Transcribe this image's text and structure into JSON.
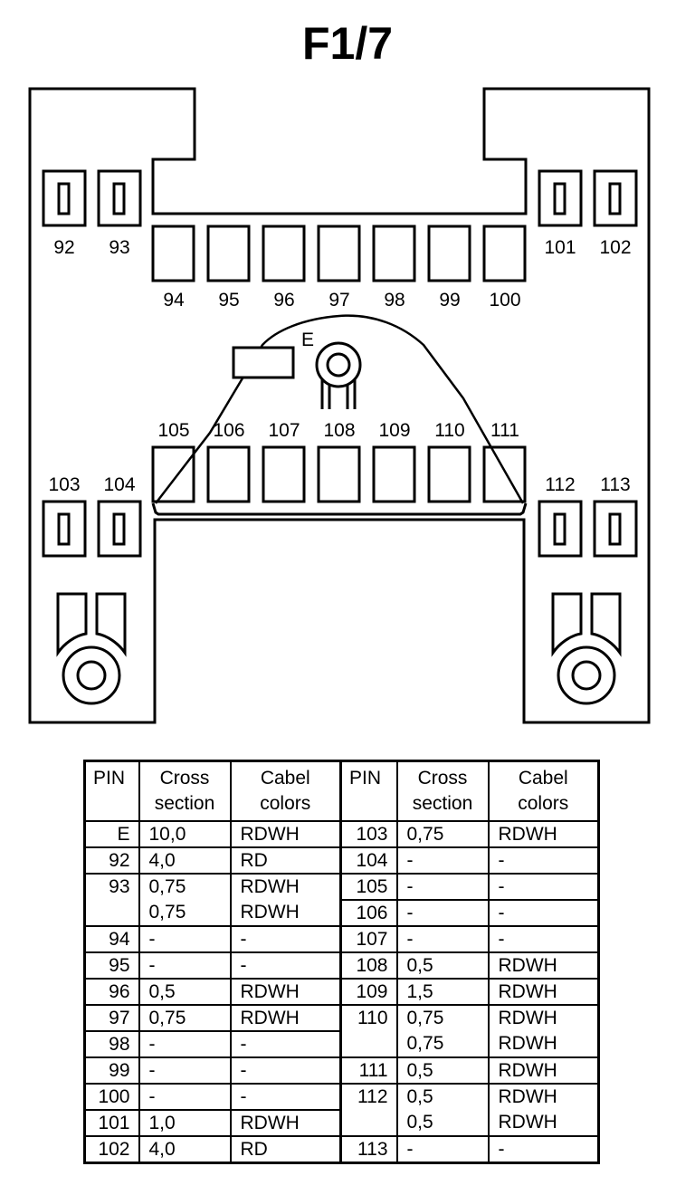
{
  "title": "F1/7",
  "diagram": {
    "top_left_pins": [
      "92",
      "93"
    ],
    "top_right_pins": [
      "101",
      "102"
    ],
    "top_row_pins": [
      "94",
      "95",
      "96",
      "97",
      "98",
      "99",
      "100"
    ],
    "middle_row_pins": [
      "105",
      "106",
      "107",
      "108",
      "109",
      "110",
      "111"
    ],
    "bottom_left_pins": [
      "103",
      "104"
    ],
    "bottom_right_pins": [
      "112",
      "113"
    ],
    "earth_label": "E"
  },
  "table": {
    "headers": {
      "pin": "PIN",
      "cross_line1": "Cross",
      "cross_line2": "section",
      "color_line1": "Cabel",
      "color_line2": "colors"
    },
    "rows": [
      [
        "E",
        "10,0",
        "RDWH",
        "103",
        "0,75",
        "RDWH"
      ],
      [
        "92",
        "4,0",
        "RD",
        "104",
        "-",
        "-"
      ],
      [
        "93",
        "0,75",
        "RDWH",
        "105",
        "-",
        "-"
      ],
      [
        "",
        "0,75",
        "RDWH",
        "106",
        "-",
        "-"
      ],
      [
        "94",
        "-",
        "-",
        "107",
        "-",
        "-"
      ],
      [
        "95",
        "-",
        "-",
        "108",
        "0,5",
        "RDWH"
      ],
      [
        "96",
        "0,5",
        "RDWH",
        "109",
        "1,5",
        "RDWH"
      ],
      [
        "97",
        "0,75",
        "RDWH",
        "110",
        "0,75",
        "RDWH"
      ],
      [
        "98",
        "-",
        "-",
        "",
        "0,75",
        "RDWH"
      ],
      [
        "99",
        "-",
        "-",
        "111",
        "0,5",
        "RDWH"
      ],
      [
        "100",
        "-",
        "-",
        "112",
        "0,5",
        "RDWH"
      ],
      [
        "101",
        "1,0",
        "RDWH",
        "",
        "0,5",
        "RDWH"
      ],
      [
        "102",
        "4,0",
        "RD",
        "113",
        "-",
        "-"
      ]
    ]
  }
}
